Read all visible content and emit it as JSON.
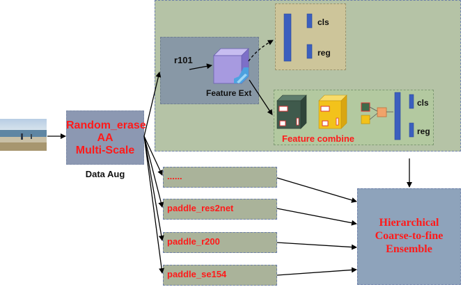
{
  "data_aug": {
    "lines": [
      "Random_erase",
      "AA",
      "Multi-Scale"
    ],
    "caption": "Data Aug"
  },
  "backbone": {
    "label": "r101",
    "caption": "Feature Ext"
  },
  "head_top": {
    "cls": "cls",
    "reg": "reg"
  },
  "head_combine": {
    "caption": "Feature combine",
    "cls": "cls",
    "reg": "reg"
  },
  "models": [
    "......",
    "paddle_res2net",
    "paddle_r200",
    "paddle_se154"
  ],
  "ensemble": {
    "lines": [
      "Hierarchical",
      "Coarse-to-fine",
      "Ensemble"
    ]
  },
  "colors": {
    "red_text": "#ff1a1a",
    "big_panel": "#b5c3a6",
    "box_gray": "#aab39a",
    "backbone_box": "#8898a6",
    "head_box": "#cdc59a",
    "combine_box": "#b3c9a0",
    "ensemble_box": "#8ea3bb",
    "bar_blue": "#3b5fbe",
    "cube_purple": "#9c8cd6",
    "cube_green": "#3f5a4c",
    "cube_yellow": "#f3c21b"
  }
}
